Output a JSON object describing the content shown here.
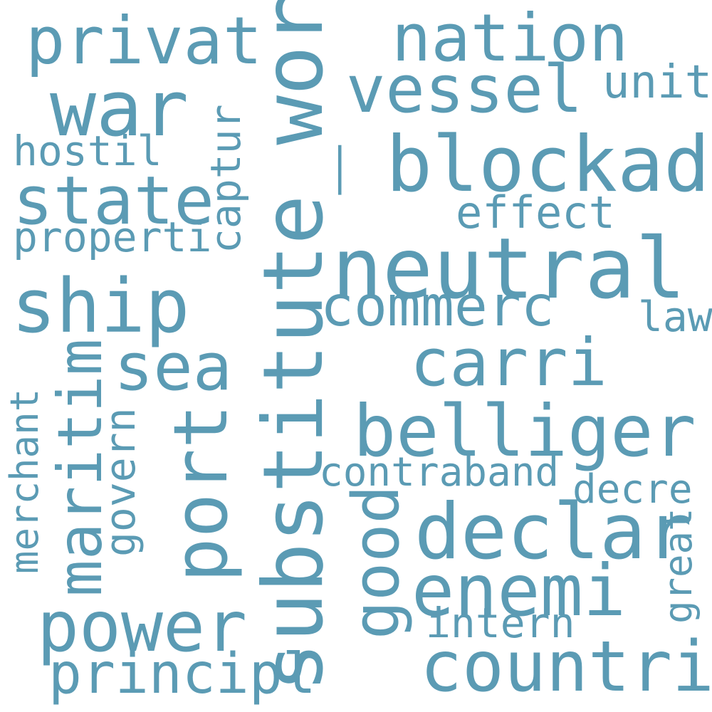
{
  "colors": {
    "background": "#ffffff",
    "word": "#5b9bb4"
  },
  "words": {
    "privat": "privat",
    "nation": "nation",
    "war": "war",
    "vessel": "vessel",
    "unit": "unit",
    "hostil": "hostil",
    "blockad": "blockad",
    "state": "state",
    "effect": "effect",
    "properti": "properti",
    "neutral": "neutral",
    "ship": "ship",
    "commerc": "commerc",
    "law": "law",
    "sea": "sea",
    "carri": "carri",
    "belliger": "belliger",
    "contraband": "contraband",
    "decre": "decre",
    "declar": "declar",
    "enemi": "enemi",
    "power": "power",
    "intern": "intern",
    "countri": "countri",
    "principl": "principl",
    "substitute_word": "substitute_word",
    "captur": "captur",
    "maritim": "maritim",
    "merchant": "merchant",
    "govern": "govern",
    "port": "port",
    "good": "good",
    "great": "great"
  }
}
